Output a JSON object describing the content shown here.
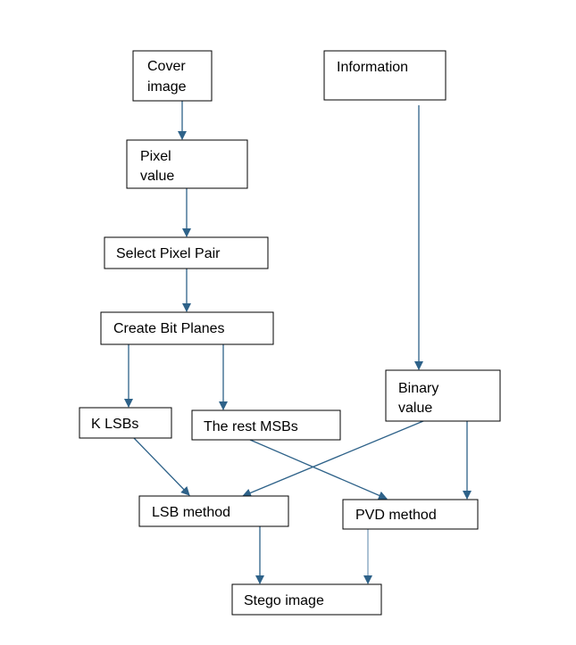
{
  "colors": {
    "edge": "#2e6289",
    "edge_light": "#7fa2bd",
    "box_border": "#000000",
    "background": "#ffffff"
  },
  "nodes": {
    "cover_image": {
      "line1": "Cover",
      "line2": "image"
    },
    "information": {
      "label": "Information"
    },
    "pixel_value": {
      "line1": "Pixel",
      "line2": "value"
    },
    "select_pixel_pair": {
      "label": "Select Pixel Pair"
    },
    "create_bit_planes": {
      "label": "Create Bit Planes"
    },
    "k_lsbs": {
      "label": "K LSBs"
    },
    "rest_msbs": {
      "label": "The rest MSBs"
    },
    "binary_value": {
      "line1": "Binary",
      "line2": "value"
    },
    "lsb_method": {
      "label": "LSB method"
    },
    "pvd_method": {
      "label": "PVD method"
    },
    "stego_image": {
      "label": "Stego image"
    }
  }
}
